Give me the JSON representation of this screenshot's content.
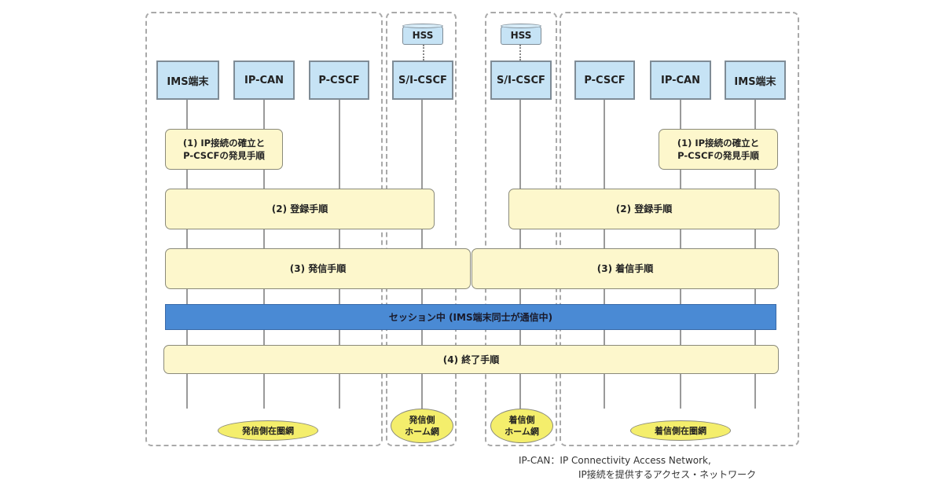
{
  "regions": {
    "orig_visited": "発信側在圏網",
    "orig_home": "発信側\nホーム網",
    "term_home": "着信側\nホーム網",
    "term_visited": "着信側在圏網"
  },
  "nodes": [
    "IMS端末",
    "IP-CAN",
    "P-CSCF",
    "S/I-CSCF",
    "S/I-CSCF",
    "P-CSCF",
    "IP-CAN",
    "IMS端末"
  ],
  "hss": [
    "HSS",
    "HSS"
  ],
  "steps": {
    "step1_left": "(1) IP接続の確立と\nP-CSCFの発見手順",
    "step1_right": "(1) IP接続の確立と\nP-CSCFの発見手順",
    "step2_left": "(2) 登録手順",
    "step2_right": "(2) 登録手順",
    "step3_left": "(3) 発信手順",
    "step3_right": "(3) 着信手順",
    "session": "セッション中 (IMS端末同士が通信中)",
    "step4": "(4) 終了手順"
  },
  "legend": {
    "line1": "IP-CAN：IP Connectivity Access Network,",
    "line2": "IP接続を提供するアクセス・ネットワーク"
  },
  "colors": {
    "node_fill": "#c6e3f5",
    "step_fill": "#fdf7cc",
    "session_fill": "#4a8ad4",
    "ellipse_fill": "#f4ee6c"
  }
}
